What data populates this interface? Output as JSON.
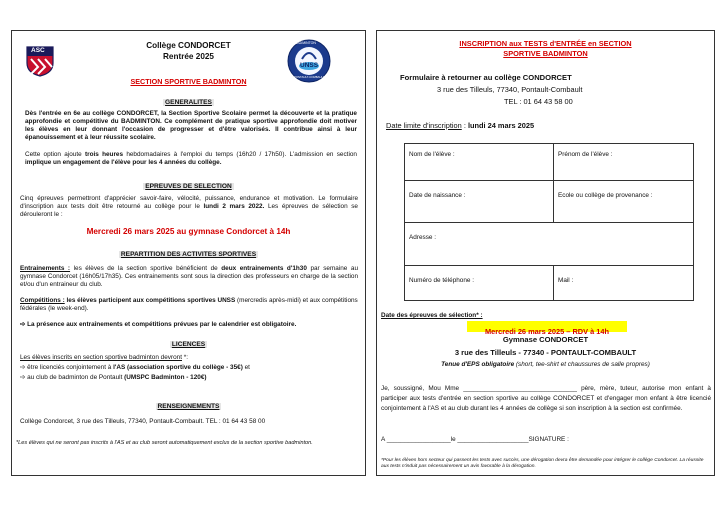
{
  "left": {
    "college": "Collège CONDORCET",
    "rentree": "Rentrée 2025",
    "section_title": "SECTION SPORTIVE BADMINTON",
    "logos": {
      "asc_text": "ASC",
      "unss_text": "UNSS",
      "badminton_text": "BADMINTON",
      "pontault_text": "PONTAULT-COMBAULT"
    },
    "generalites": {
      "heading": "GENERALITES",
      "p1": "Dès l'entrée en 6e au collège CONDORCET, la Section Sportive Scolaire permet la découverte et la pratique approfondie et compétitive du BADMINTON. Ce complément de pratique sportive approfondie doit motiver les élèves en leur donnant l'occasion de progresser et d'être valorisés. Il contribue ainsi à leur épanouissement et à leur réussite scolaire.",
      "p2a": "Cette option ajoute ",
      "p2b": "trois heures",
      "p2c": " hebdomadaires à l'emploi du temps (16h20 / 17h50). L'admission en section ",
      "p2d": "implique un engagement de l'élève pour les 4 années du collège."
    },
    "epreuves": {
      "heading": "EPREUVES DE SELECTION",
      "p1": "Cinq épreuves permettront d'apprécier savoir-faire, vélocité, puissance, endurance et motivation. Le formulaire d'inscription aux tests doit être retourné au collège pour le ",
      "p1_date": "lundi 2 mars 2022.",
      "p1_end": " Les épreuves de sélection se dérouleront le :",
      "date_line": "Mercredi 26 mars 2025 au gymnase Condorcet à 14h"
    },
    "repartition": {
      "heading": "REPARTITION DES ACTIVITES SPORTIVES",
      "ent_label": "Entrainements :",
      "ent_text1": " les élèves de la section sportive bénéficient de ",
      "ent_bold": "deux entrainements d'1h30",
      "ent_text2": " par semaine au gymnase Condorcet (16h05/17h35). Ces entrainements sont sous la direction des professeurs en charge de la section et/ou d'un entraineur du club.",
      "comp_label": "Compétitions :",
      "comp_text1": " les élèves participent aux compétitions sportives UNSS",
      "comp_text2": " (mercredis après-midi) et aux compétitions fédérales",
      "comp_text3": " (le week-end).",
      "arrow_text": "La présence aux entraînements et compétitions prévues par le calendrier est obligatoire."
    },
    "licences": {
      "heading": "LICENCES",
      "intro": "Les élèves inscrits en section sportive badminton devront",
      "intro_end": " *:",
      "l1a": "être licenciés conjointement à ",
      "l1b": "l'AS (association sportive du collège - 35€)",
      "l1c": " et",
      "l2a": "au club de badminton de Pontault ",
      "l2b": "(UMSPC Badminton - 120€)"
    },
    "renseignements": {
      "heading": "RENSEIGNEMENTS",
      "text": "Collège Condorcet, 3 rue des Tilleuls, 77340, Pontault-Combault. TEL : 01 64 43 58 00"
    },
    "footnote": "*Les élèves qui ne seront pas inscrits à l'AS et au club seront automatiquement exclus de la section sportive badminton."
  },
  "right": {
    "title1": "INSCRIPTION aux TESTS d'ENTRÉE en SECTION",
    "title2": "SPORTIVE BADMINTON",
    "form_line": "Formulaire à retourner au collège CONDORCET",
    "address": "3 rue des Tilleuls, 77340, Pontault-Combault",
    "tel": "TEL : 01 64 43 58 00",
    "deadline_label": "Date limite d'inscription",
    "deadline_sep": " : ",
    "deadline_value": "lundi 24 mars 2025",
    "fields": {
      "nom": "Nom de l'élève :",
      "prenom": "Prénom de l'élève :",
      "naissance": "Date de naissance :",
      "ecole": "Ecole ou collège de provenance :",
      "adresse": "Adresse :",
      "telephone": "Numéro de téléphone :",
      "mail": "Mail :"
    },
    "date_epreuves_label": "Date des épreuves de sélection* :",
    "date_epreuves_value": "Mercredi 26 mars 2025 – RDV à 14h",
    "gym": "Gymnase CONDORCET",
    "gym_address": "3 rue des Tilleuls -  77340 - PONTAULT-COMBAULT",
    "tenue": "Tenue d'EPS obligatoire",
    "tenue_detail": " (short, tee-shirt et chaussures de salle propres)",
    "consent": "Je, soussigné, Mou Mme ________________________________ père, mère, tuteur, autorise mon enfant à participer aux tests d'entrée en section sportive au collège CONDORCET et d'engager mon enfant à être licencié conjointement à l'AS et au club durant les 4 années de collège si son inscription à la section est confirmée.",
    "signature_a": "A ",
    "signature_line1": "__________________",
    "signature_le": "le ",
    "signature_line2": "____________________",
    "signature_label": "SIGNATURE :",
    "footnote": "*Pour les élèves hors secteur qui passent les tests avec succès, une dérogation devra être demandée pour intégrer le collège Condorcet. La réussite aux tests n'induit pas nécessairement un avis favorable à la dérogation."
  }
}
